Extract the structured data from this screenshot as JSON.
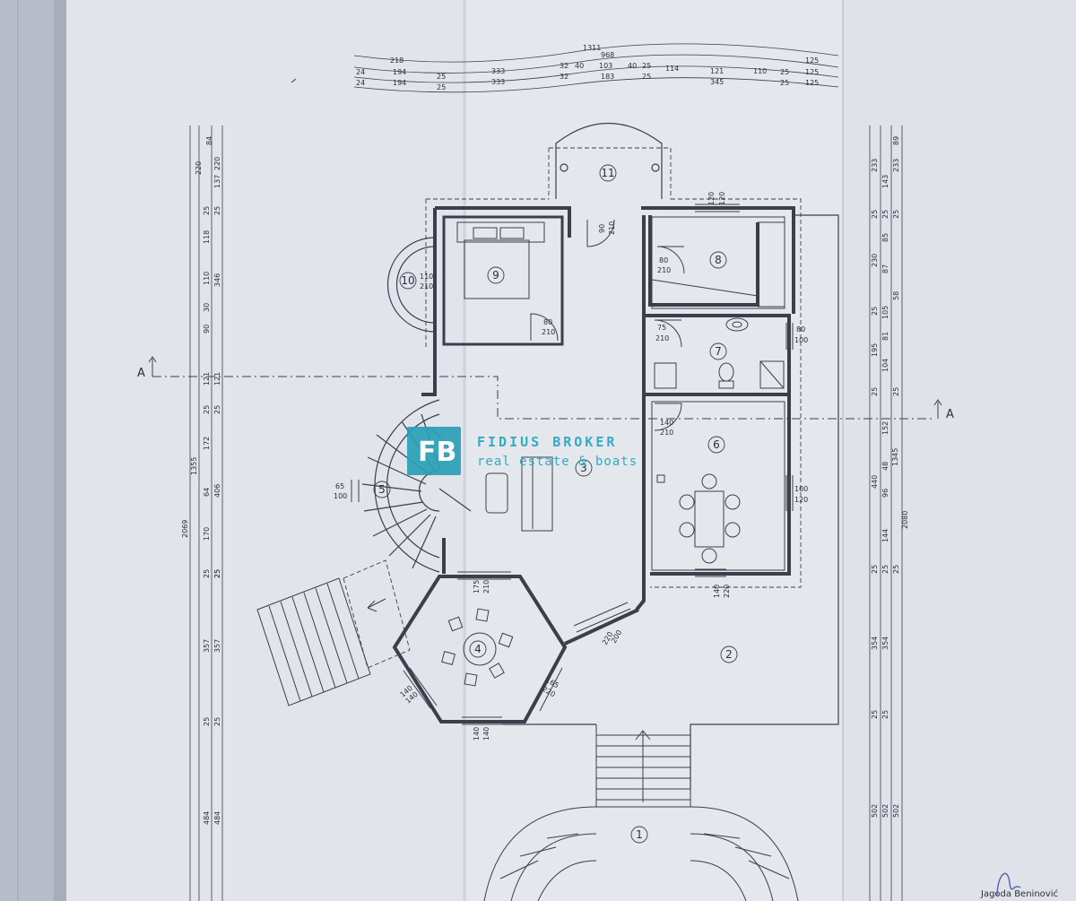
{
  "watermark": {
    "logo": "FB",
    "title": "FIDIUS BROKER",
    "subtitle": "real estate & boats"
  },
  "section_marker": {
    "label": "A"
  },
  "signature_name": "Jagoda Beninović",
  "top_dimensions": {
    "row1": [
      "1311"
    ],
    "row2": [
      "218",
      "968",
      "125"
    ],
    "row3": [
      "24",
      "194",
      "25",
      "333",
      "32",
      "40",
      "103",
      "40",
      "25",
      "114",
      "121",
      "110",
      "25",
      "125"
    ],
    "row4": [
      "24",
      "194",
      "25",
      "333",
      "32",
      "183",
      "25",
      "345",
      "25",
      "125"
    ]
  },
  "left_dimensions": {
    "total": "2069",
    "sub": "1355",
    "col_a": [
      "220",
      "25",
      "118",
      "110",
      "30",
      "90",
      "121",
      "25",
      "172",
      "64",
      "170",
      "25",
      "357",
      "25",
      "484"
    ],
    "col_b": [
      "137",
      "25",
      "346",
      "121",
      "25",
      "406",
      "25",
      "357",
      "25",
      "484"
    ],
    "col_c": [
      "84",
      "220",
      "25"
    ]
  },
  "right_dimensions": {
    "total": "2080",
    "sub": "1345",
    "col_a": [
      "233",
      "25",
      "230",
      "25",
      "195",
      "25",
      "440",
      "25",
      "354",
      "25",
      "502"
    ],
    "col_b": [
      "143",
      "25",
      "85",
      "87",
      "105",
      "81",
      "104",
      "152",
      "48",
      "96",
      "144",
      "25",
      "354",
      "25",
      "502"
    ],
    "col_c": [
      "89",
      "233",
      "25",
      "58",
      "25",
      "25",
      "502"
    ]
  },
  "rooms": [
    "1",
    "2",
    "3",
    "4",
    "5",
    "6",
    "7",
    "8",
    "9",
    "10",
    "11"
  ],
  "openings": {
    "o1": [
      "110",
      "210"
    ],
    "o2": [
      "80",
      "210"
    ],
    "o3": [
      "90",
      "210"
    ],
    "o4": [
      "80",
      "210"
    ],
    "o5": [
      "75",
      "210"
    ],
    "o6": [
      "80",
      "100"
    ],
    "o7": [
      "120",
      "120"
    ],
    "o8": [
      "140",
      "210"
    ],
    "o9": [
      "65",
      "100"
    ],
    "o10": [
      "100",
      "120"
    ],
    "o11": [
      "175",
      "210"
    ],
    "o12": [
      "200",
      "220"
    ],
    "o13": [
      "140",
      "220"
    ],
    "o14": [
      "165",
      "220"
    ],
    "o15": [
      "140",
      "140"
    ],
    "o16": [
      "140",
      "140"
    ]
  },
  "colors": {
    "paper": "#e6e8ed",
    "paper_right": "#d8dbe2",
    "ink": "#3a3f4a",
    "watermark": "#23a6c2",
    "logo_bg": "#2aa0b8"
  }
}
